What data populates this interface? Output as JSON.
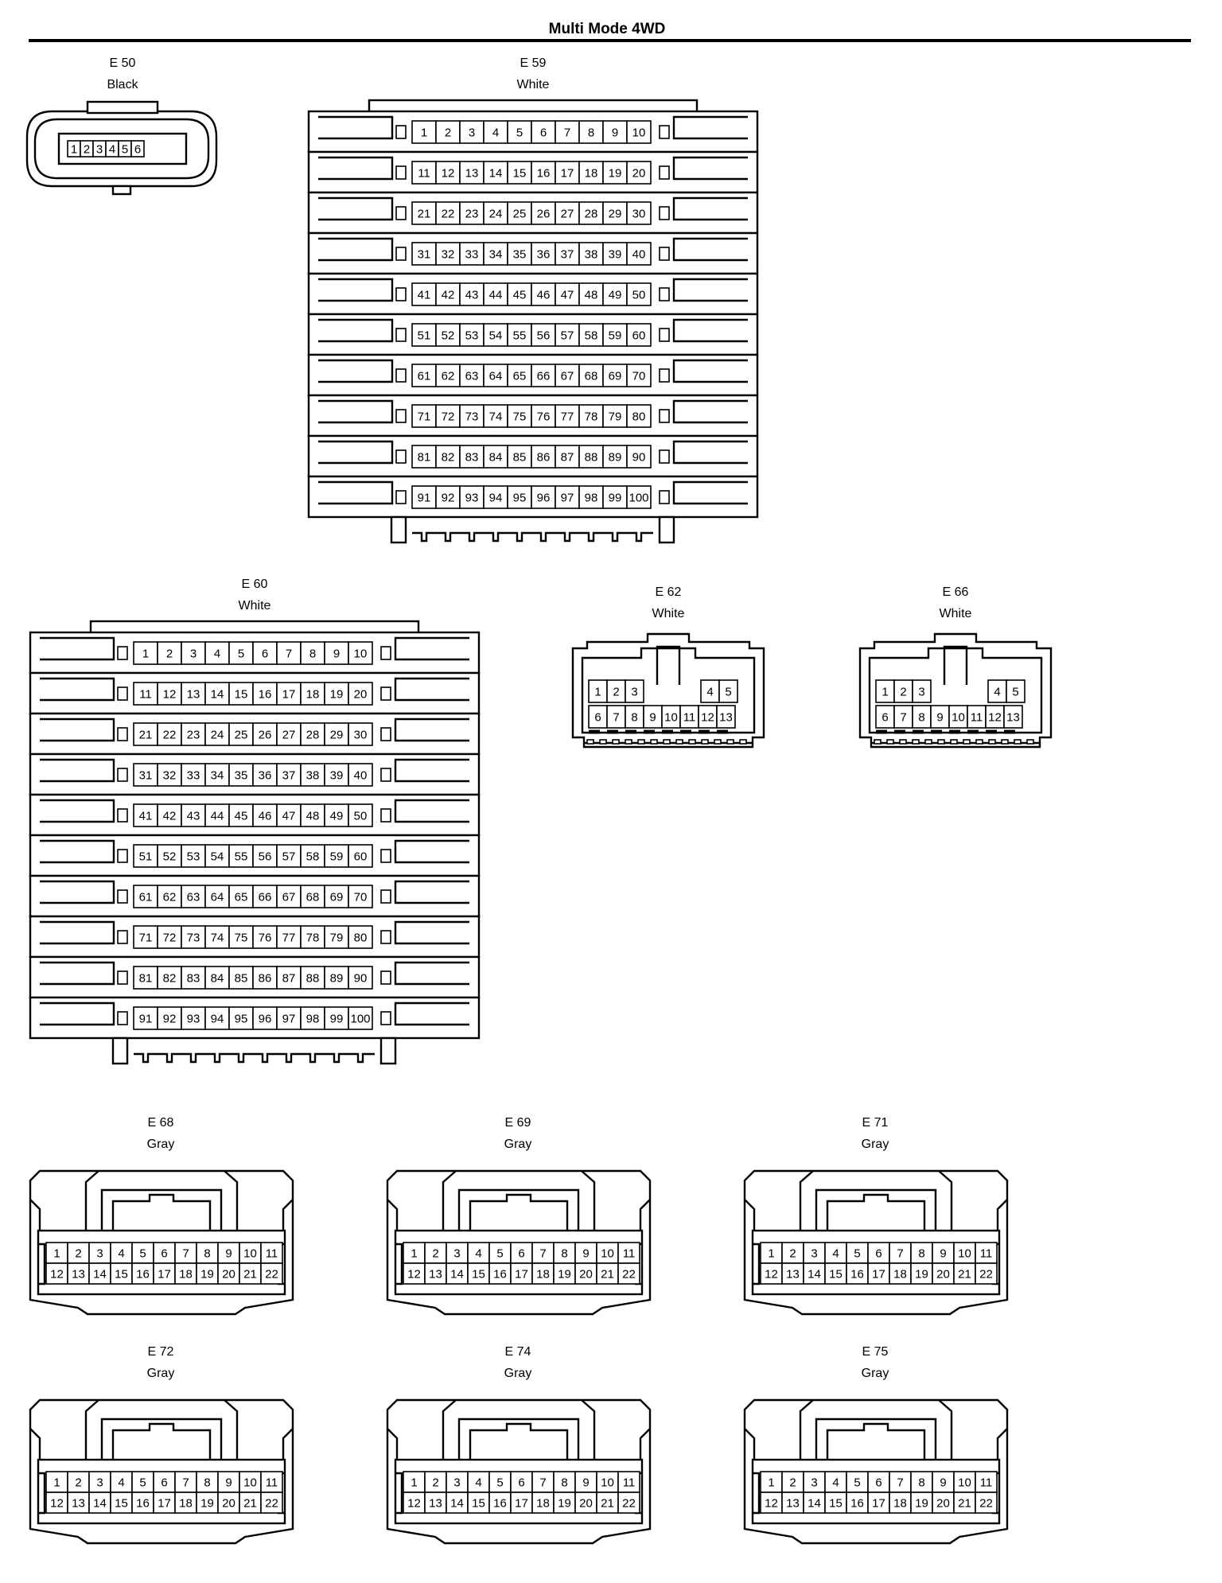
{
  "title": "Multi Mode 4WD",
  "connectors": [
    {
      "id": "E 50",
      "color": "Black",
      "style": "small6",
      "pin_count": 6
    },
    {
      "id": "E 59",
      "color": "White",
      "style": "grid100",
      "pin_count": 100
    },
    {
      "id": "E 60",
      "color": "White",
      "style": "grid100",
      "pin_count": 100
    },
    {
      "id": "E 62",
      "color": "White",
      "style": "c13",
      "pin_count": 13
    },
    {
      "id": "E 66",
      "color": "White",
      "style": "c13",
      "pin_count": 13
    },
    {
      "id": "E 68",
      "color": "Gray",
      "style": "c22",
      "pin_count": 22
    },
    {
      "id": "E 69",
      "color": "Gray",
      "style": "c22",
      "pin_count": 22
    },
    {
      "id": "E 71",
      "color": "Gray",
      "style": "c22",
      "pin_count": 22
    },
    {
      "id": "E 72",
      "color": "Gray",
      "style": "c22",
      "pin_count": 22
    },
    {
      "id": "E 74",
      "color": "Gray",
      "style": "c22",
      "pin_count": 22
    },
    {
      "id": "E 75",
      "color": "Gray",
      "style": "c22",
      "pin_count": 22
    }
  ]
}
